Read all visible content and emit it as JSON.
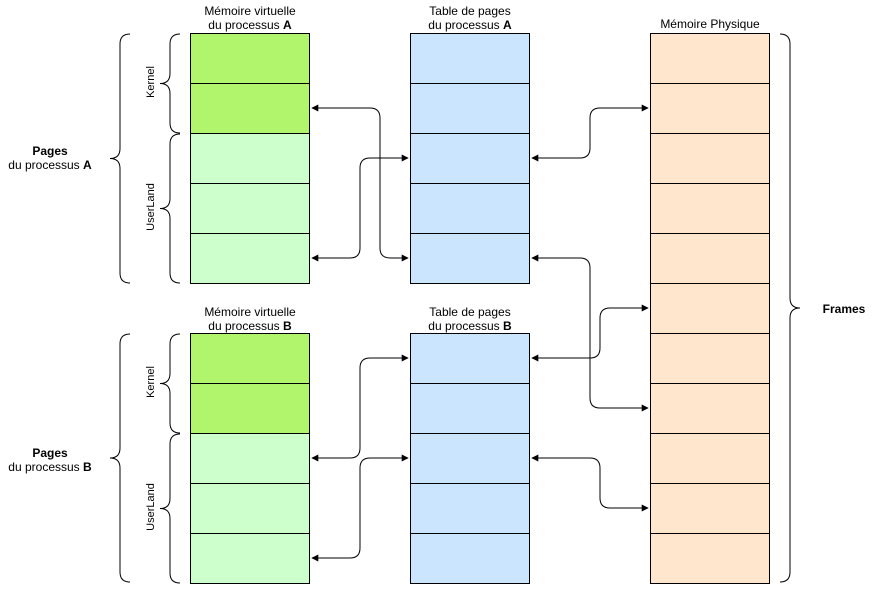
{
  "columns": {
    "virtual_a": {
      "line1": "Mémoire virtuelle",
      "line2": "du processus",
      "proc": "A"
    },
    "pagetable_a": {
      "line1": "Table de pages",
      "line2": "du processus",
      "proc": "A"
    },
    "physical": {
      "title": "Mémoire Physique"
    },
    "virtual_b": {
      "line1": "Mémoire virtuelle",
      "line2": "du processus",
      "proc": "B"
    },
    "pagetable_b": {
      "line1": "Table de pages",
      "line2": "du processus",
      "proc": "B"
    }
  },
  "groups": {
    "pages_a": {
      "bold": "Pages",
      "line2": "du processus",
      "proc": "A"
    },
    "pages_b": {
      "bold": "Pages",
      "line2": "du processus",
      "proc": "B"
    },
    "frames": "Frames",
    "kernel": "Kernel",
    "userland": "UserLand"
  },
  "colors": {
    "kernel": "#b0f56c",
    "userland": "#ccffcc",
    "page_table": "#cce5ff",
    "physical": "#ffe6cc",
    "stroke": "#000000"
  }
}
